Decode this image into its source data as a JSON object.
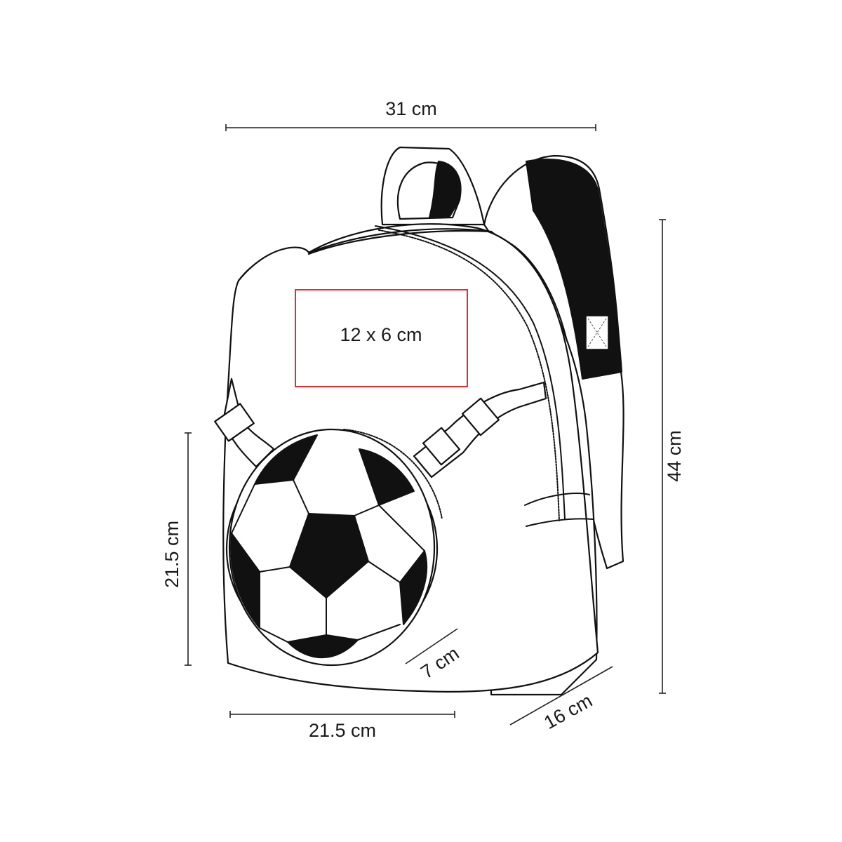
{
  "dimensions": {
    "width_top": "31 cm",
    "height": "44 cm",
    "pocket_height": "21.5 cm",
    "pocket_width": "21.5 cm",
    "pocket_depth": "7 cm",
    "depth": "16 cm"
  },
  "print_area": {
    "label": "12 x 6 cm",
    "border_color": "#d7191f"
  }
}
